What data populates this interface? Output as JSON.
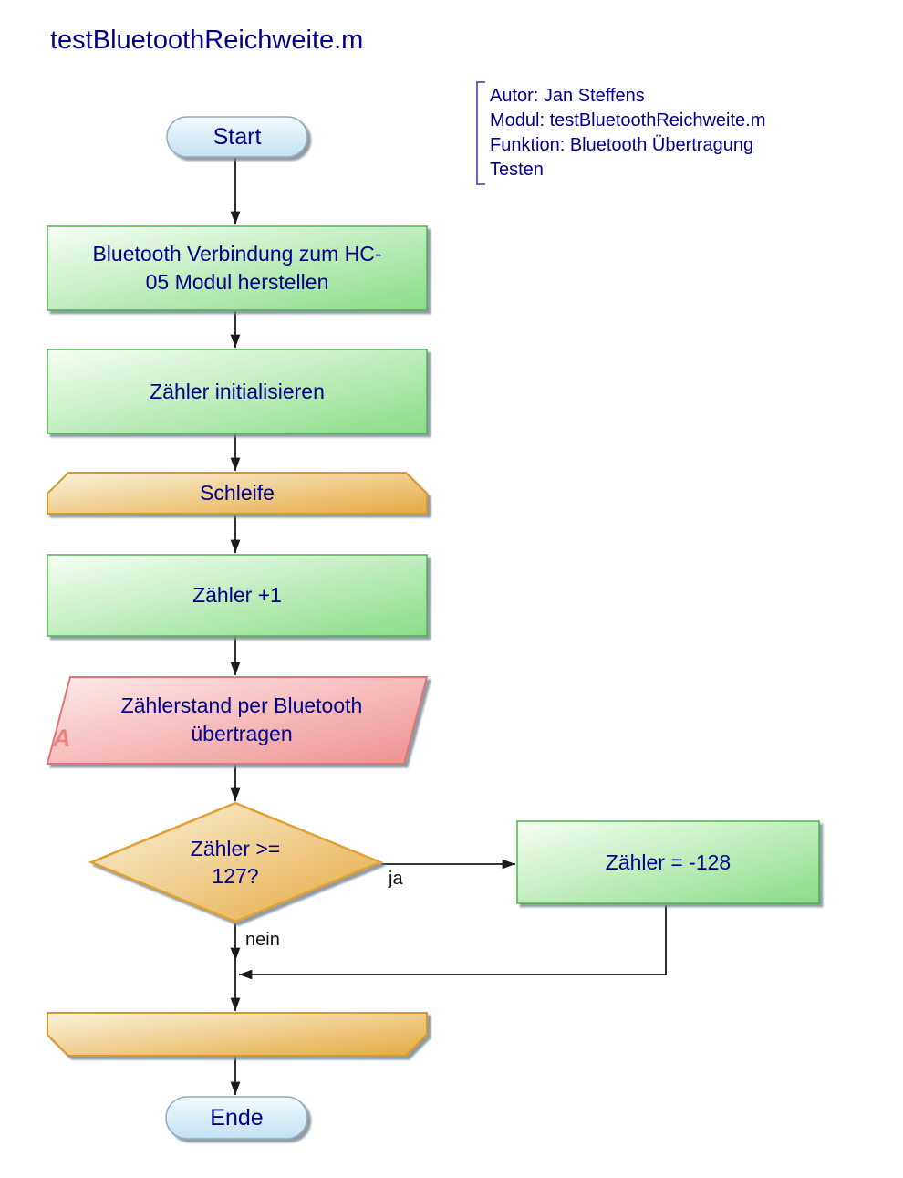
{
  "title": "testBluetoothReichweite.m",
  "comment": {
    "lines": [
      "Autor: Jan Steffens",
      "Modul: testBluetoothReichweite.m",
      "Funktion: Bluetooth Übertragung",
      "Testen"
    ]
  },
  "nodes": {
    "start": {
      "type": "terminator",
      "label": "Start"
    },
    "connect": {
      "type": "process",
      "label": "Bluetooth Verbindung zum HC-\n05 Modul herstellen"
    },
    "init": {
      "type": "process",
      "label": "Zähler initialisieren"
    },
    "loop_begin": {
      "type": "loop-start",
      "label": "Schleife"
    },
    "increment": {
      "type": "process",
      "label": "Zähler +1"
    },
    "transmit": {
      "type": "input-output",
      "label": "Zählerstand per Bluetooth\nübertragen",
      "corner_label": "A"
    },
    "decision": {
      "type": "decision",
      "label": "Zähler >=\n127?"
    },
    "reset": {
      "type": "process",
      "label": "Zähler = -128"
    },
    "loop_end": {
      "type": "loop-end",
      "label": ""
    },
    "end": {
      "type": "terminator",
      "label": "Ende"
    }
  },
  "edge_labels": {
    "yes": "ja",
    "no": "nein"
  },
  "colors": {
    "text": "#00008b",
    "process_fill_light": "#f4fdf1",
    "process_fill_dark": "#8adc88",
    "process_border": "#4fb24f",
    "loop_fill_light": "#faf2dd",
    "loop_fill_dark": "#e5a93f",
    "loop_border": "#d9992b",
    "io_fill_light": "#fdeaea",
    "io_fill_dark": "#f08f8f",
    "io_border": "#e07575",
    "io_corner_label_color": "#ee8282",
    "terminator_fill_light": "#f0f9fd",
    "terminator_fill_dark": "#c3e1f1",
    "terminator_border": "#93abbc",
    "comment_bracket": "#6565cd",
    "arrow": "#1a1a1a"
  }
}
